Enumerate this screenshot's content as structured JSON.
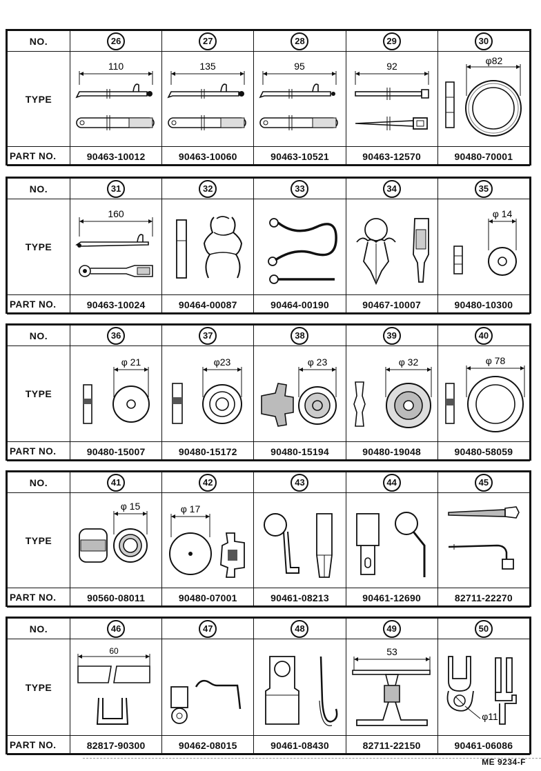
{
  "labels": {
    "no": "NO.",
    "type": "TYPE",
    "part_no": "PART  NO."
  },
  "footer_code": "ME  9234-F",
  "tables": [
    {
      "items": [
        {
          "no": "26",
          "dim": "110",
          "part": "90463-10012",
          "icon": "harness-clamp-icon"
        },
        {
          "no": "27",
          "dim": "135",
          "part": "90463-10060",
          "icon": "harness-clamp-icon"
        },
        {
          "no": "28",
          "dim": "95",
          "part": "90463-10521",
          "icon": "harness-clamp-icon"
        },
        {
          "no": "29",
          "dim": "92",
          "part": "90463-12570",
          "icon": "cable-tie-icon"
        },
        {
          "no": "30",
          "dim": "φ82",
          "part": "90480-70001",
          "icon": "grommet-icon"
        }
      ]
    },
    {
      "items": [
        {
          "no": "31",
          "dim": "160",
          "part": "90463-10024",
          "icon": "harness-clamp-icon"
        },
        {
          "no": "32",
          "dim": "",
          "part": "90464-00087",
          "icon": "wire-clip-icon"
        },
        {
          "no": "33",
          "dim": "",
          "part": "90464-00190",
          "icon": "loop-clamp-icon"
        },
        {
          "no": "34",
          "dim": "",
          "part": "90467-10007",
          "icon": "push-clip-icon"
        },
        {
          "no": "35",
          "dim": "φ 14",
          "part": "90480-10300",
          "icon": "grommet-icon"
        }
      ]
    },
    {
      "items": [
        {
          "no": "36",
          "dim": "φ 21",
          "part": "90480-15007",
          "icon": "grommet-icon"
        },
        {
          "no": "37",
          "dim": "φ23",
          "part": "90480-15172",
          "icon": "grommet-icon"
        },
        {
          "no": "38",
          "dim": "φ 23",
          "part": "90480-15194",
          "icon": "grommet-icon"
        },
        {
          "no": "39",
          "dim": "φ 32",
          "part": "90480-19048",
          "icon": "grommet-icon"
        },
        {
          "no": "40",
          "dim": "φ 78",
          "part": "90480-58059",
          "icon": "grommet-icon"
        }
      ]
    },
    {
      "items": [
        {
          "no": "41",
          "dim": "φ 15",
          "part": "90560-08011",
          "icon": "grommet-icon"
        },
        {
          "no": "42",
          "dim": "φ 17",
          "part": "90480-07001",
          "icon": "plug-grommet-icon"
        },
        {
          "no": "43",
          "dim": "",
          "part": "90461-08213",
          "icon": "hook-clamp-icon"
        },
        {
          "no": "44",
          "dim": "",
          "part": "90461-12690",
          "icon": "hook-clamp-icon"
        },
        {
          "no": "45",
          "dim": "",
          "part": "82711-22270",
          "icon": "cable-tie-icon"
        }
      ]
    },
    {
      "items": [
        {
          "no": "46",
          "dim": "60",
          "part": "82817-90300",
          "icon": "edge-clip-icon"
        },
        {
          "no": "47",
          "dim": "",
          "part": "90462-08015",
          "icon": "hook-clamp-icon"
        },
        {
          "no": "48",
          "dim": "",
          "part": "90461-08430",
          "icon": "hook-clamp-icon"
        },
        {
          "no": "49",
          "dim": "53",
          "part": "82711-22150",
          "icon": "bracket-clip-icon"
        },
        {
          "no": "50",
          "dim": "φ11",
          "part": "90461-06086",
          "icon": "fork-clamp-icon"
        }
      ]
    }
  ]
}
